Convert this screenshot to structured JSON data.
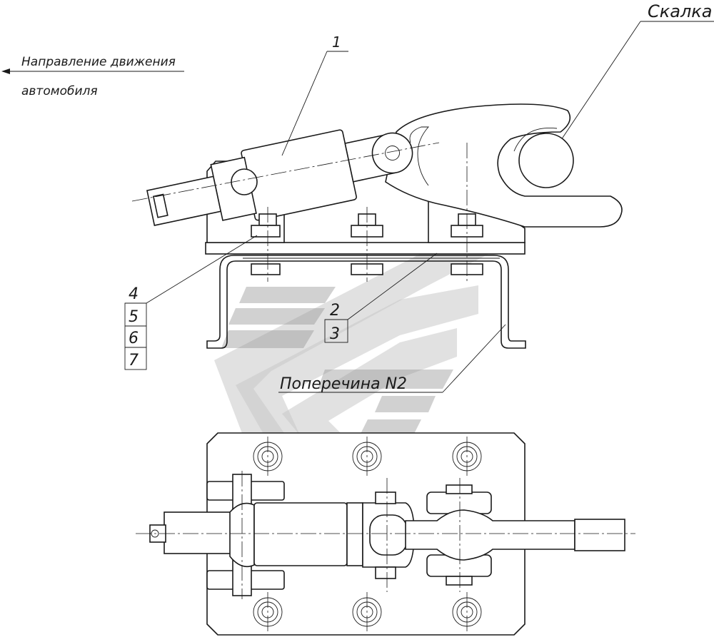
{
  "labels": {
    "direction_line1": "Направление движения",
    "direction_line2": "автомобиля",
    "rolling_pin": "Скалка",
    "crossbar": "Поперечина N2",
    "pos1": "1",
    "pos2": "2",
    "pos3": "3",
    "pos4": "4",
    "pos5": "5",
    "pos6": "6",
    "pos7": "7"
  },
  "colors": {
    "line": "#1a1a1a",
    "watermark_dark": "#9a9a9a",
    "watermark_light": "#c9c9c9"
  },
  "icons": {
    "direction": "arrow-left-icon",
    "watermark": "railway-logo-watermark"
  }
}
